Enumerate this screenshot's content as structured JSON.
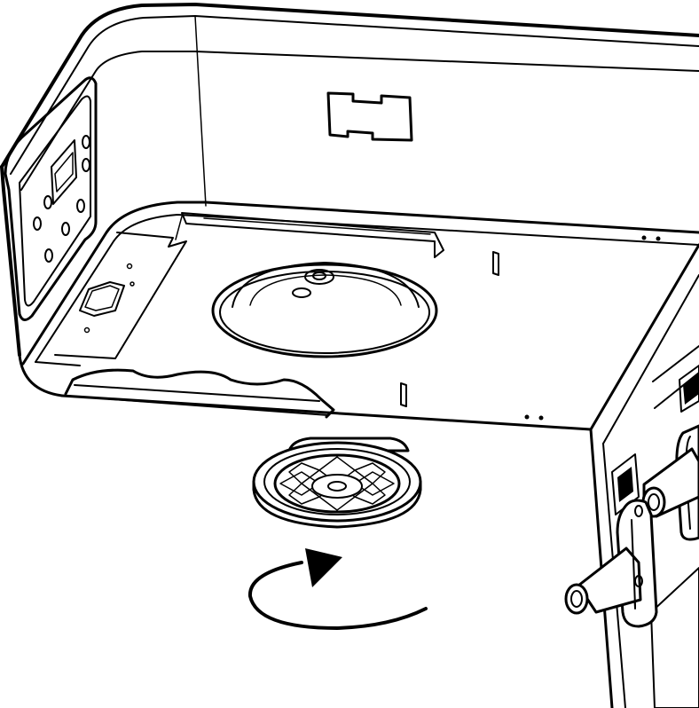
{
  "figure": {
    "subject": "appliance-underside-filter-cap-removal",
    "side_labels": [
      "",
      ""
    ]
  },
  "parts": {
    "housing": "appliance-housing",
    "drain_opening": "drain-opening",
    "filter_cap": "filter-cap",
    "rotation_arrow": "counterclockwise-rotation-arrow",
    "control_panel": "control-panel",
    "handles": [
      "front-handle",
      "rear-handle"
    ]
  }
}
